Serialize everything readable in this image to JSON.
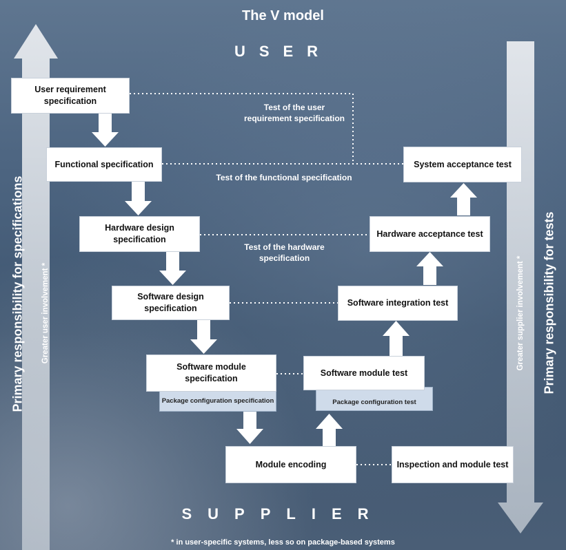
{
  "title": "The V model",
  "top_label": "USER",
  "bottom_label": "SUPPLIER",
  "footnote": "* in user-specific systems, less so on package-based systems",
  "left_axis": {
    "primary": "Primary responsibility for specifications",
    "secondary": "Greater user involvement *"
  },
  "right_axis": {
    "primary": "Primary responsibility for tests",
    "secondary": "Greater supplier involvement *"
  },
  "specs": {
    "urs": "User requirement specification",
    "fs": "Functional specification",
    "hds": "Hardware design specification",
    "sds": "Software design specification",
    "sms": "Software module specification",
    "pcs": "Package configuration specification"
  },
  "tests": {
    "sat": "System acceptance test",
    "hat": "Hardware acceptance test",
    "sit": "Software integration test",
    "smt": "Software module test",
    "pct": "Package configuration test",
    "imt": "Inspection and module test"
  },
  "center": {
    "me": "Module encoding"
  },
  "links": {
    "urs_test": "Test of the user requirement specification",
    "fs_test": "Test of the functional specification",
    "hw_test": "Test of the hardware specification"
  },
  "colors": {
    "background": "#4d6581",
    "box": "#ffffff",
    "package_box": "#cfdbea",
    "arrow": "#ffffff",
    "axis_arrow": "#d8dde4",
    "text": "#ffffff"
  }
}
